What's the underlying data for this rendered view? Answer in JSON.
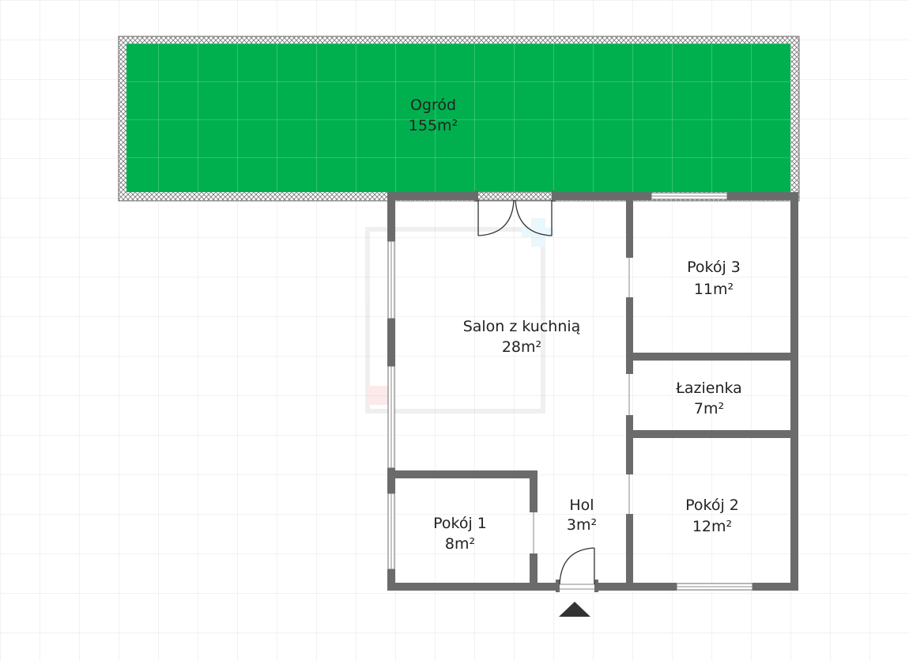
{
  "rooms": [
    {
      "id": "ogrod",
      "name": "Ogród",
      "area": "155m²"
    },
    {
      "id": "salon",
      "name": "Salon z kuchnią",
      "area": "28m²"
    },
    {
      "id": "pokoj3",
      "name": "Pokój 3",
      "area": "11m²"
    },
    {
      "id": "lazienka",
      "name": "Łazienka",
      "area": "7m²"
    },
    {
      "id": "pokoj2",
      "name": "Pokój 2",
      "area": "12m²"
    },
    {
      "id": "pokoj1",
      "name": "Pokój 1",
      "area": "8m²"
    },
    {
      "id": "hol",
      "name": "Hol",
      "area": "3m²"
    }
  ],
  "colors": {
    "garden": "#00b04f",
    "wall": "#6b6b6b",
    "grid": "#e4e4e4",
    "entrance_arrow": "#333333"
  },
  "icons": {
    "entrance": "entrance-arrow-icon"
  }
}
